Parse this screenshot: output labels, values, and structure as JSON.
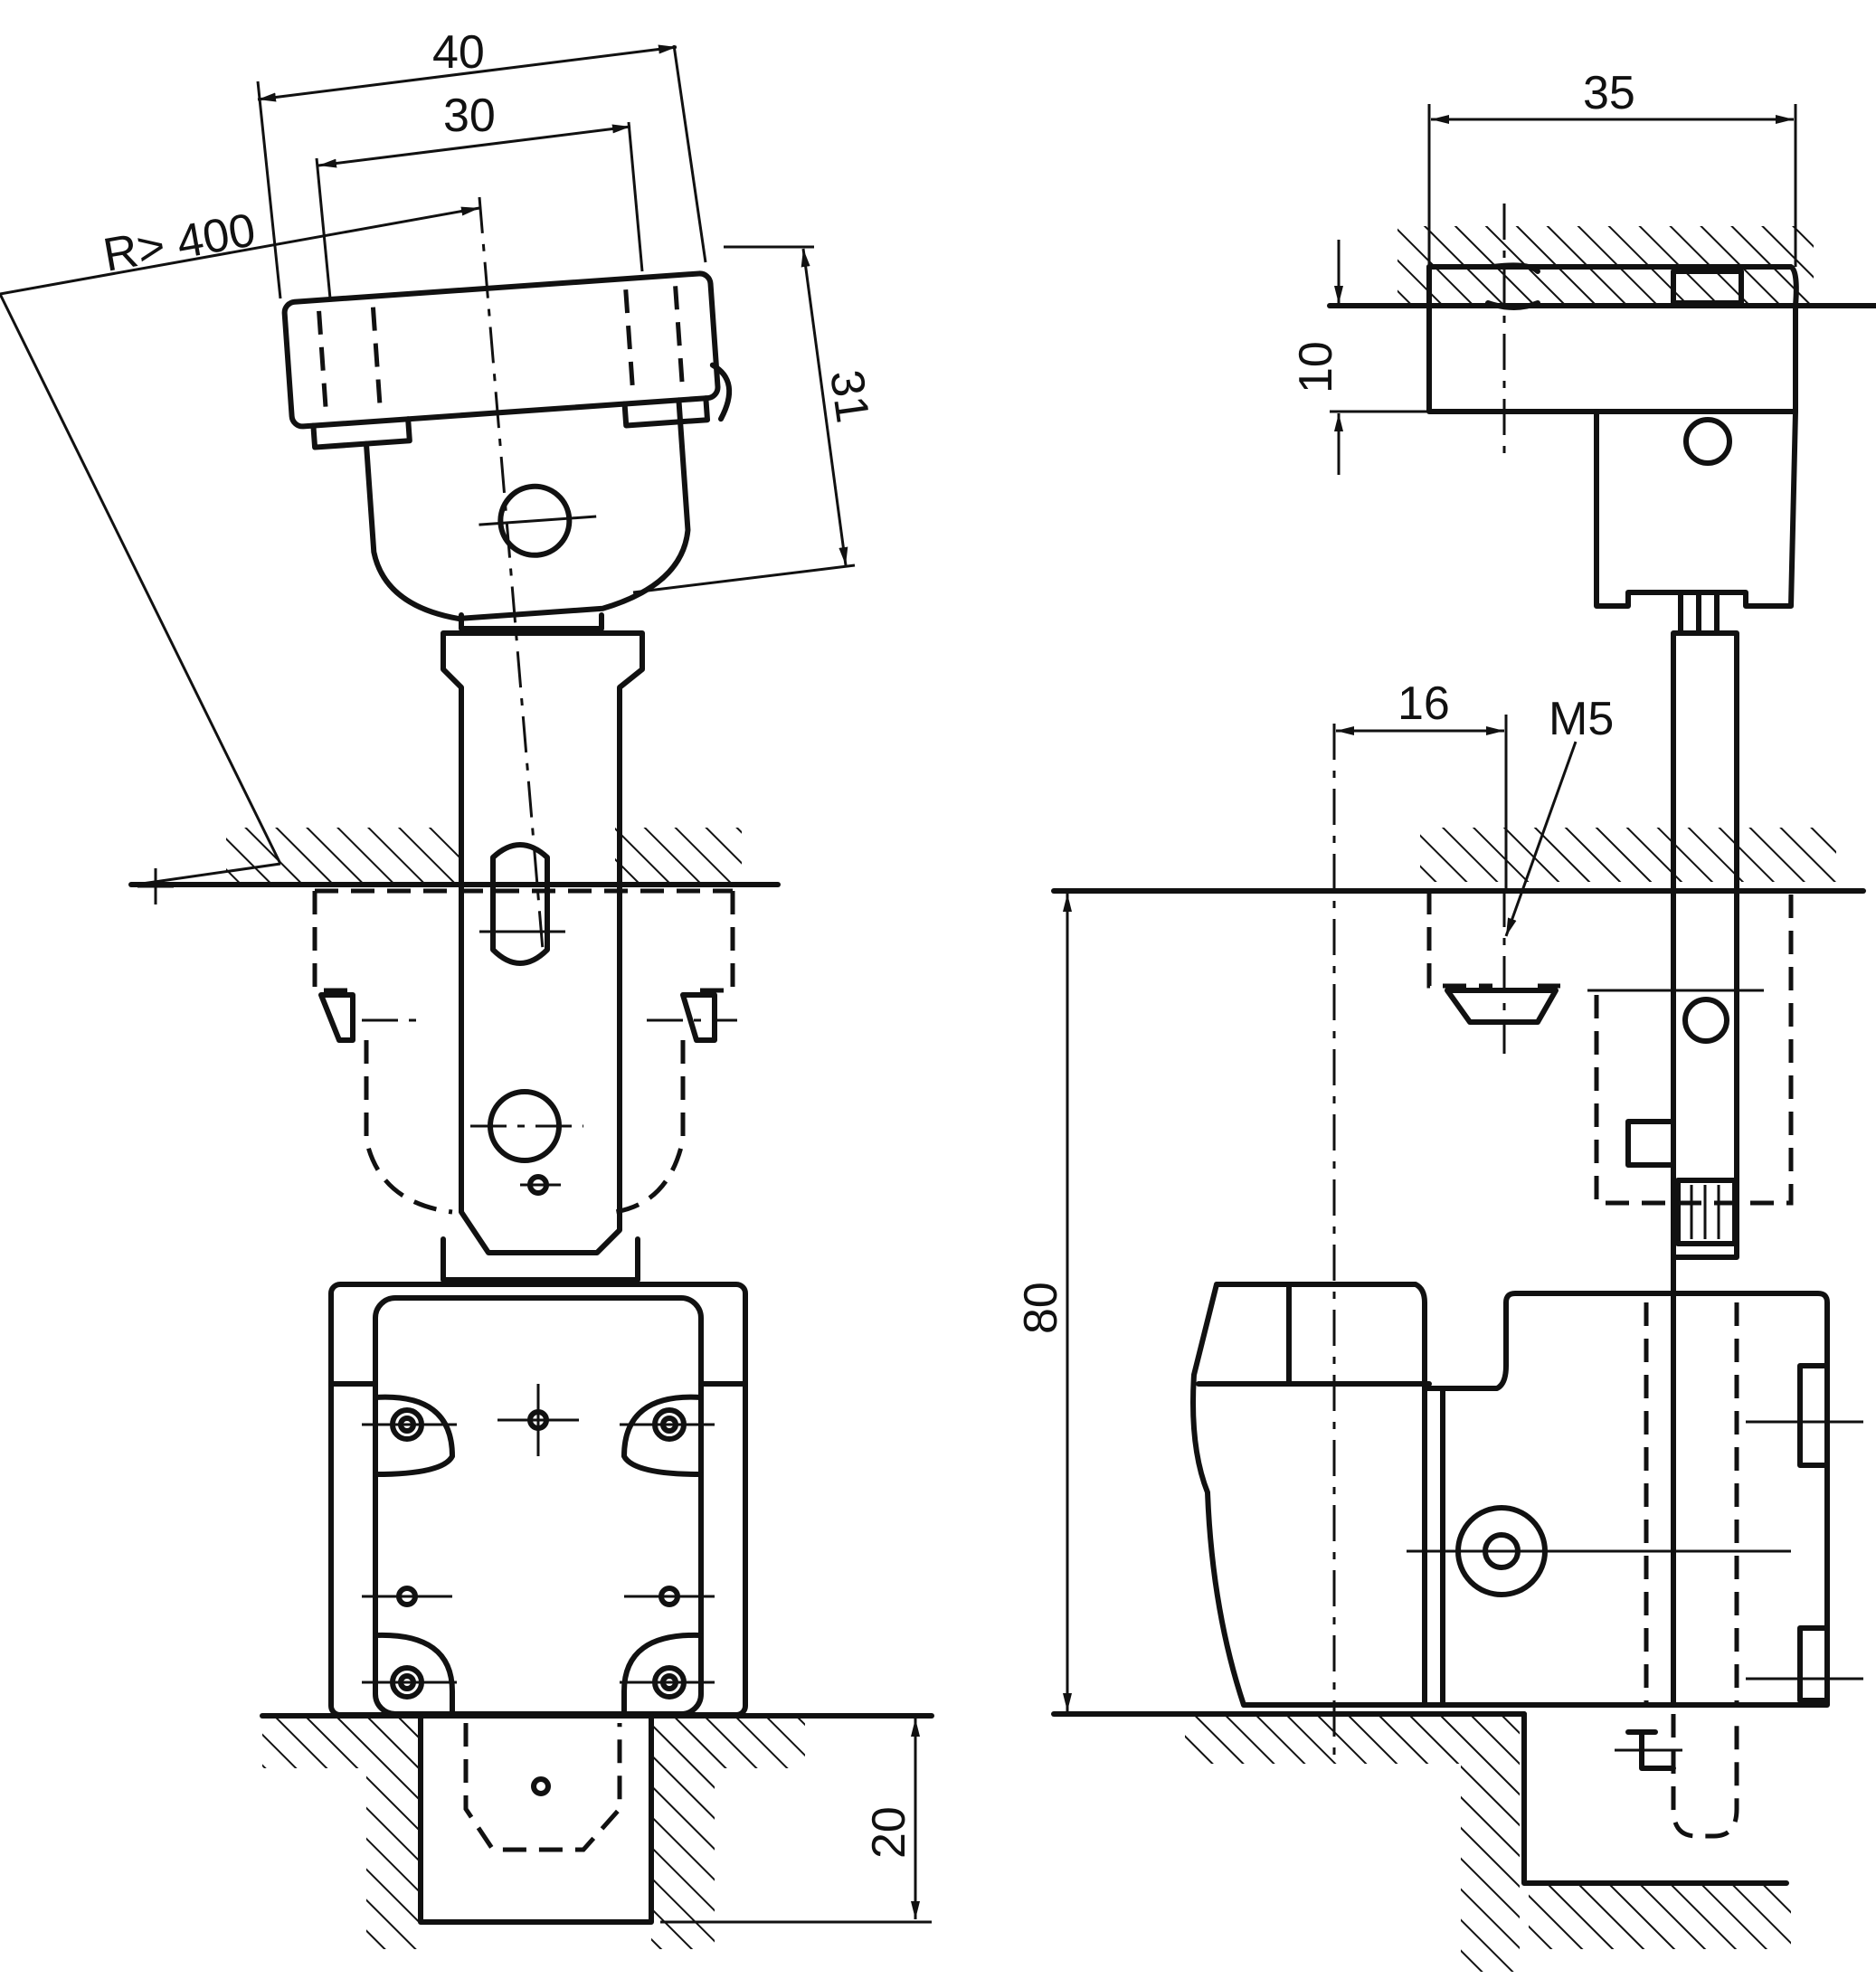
{
  "dimensions": {
    "front_width_outer": "40",
    "front_width_inner": "30",
    "radius": "R> 400",
    "actuator_height": "31",
    "side_width": "35",
    "side_thickness": "10",
    "offset": "16",
    "thread": "M5",
    "total_height": "80",
    "recess_depth": "20"
  }
}
